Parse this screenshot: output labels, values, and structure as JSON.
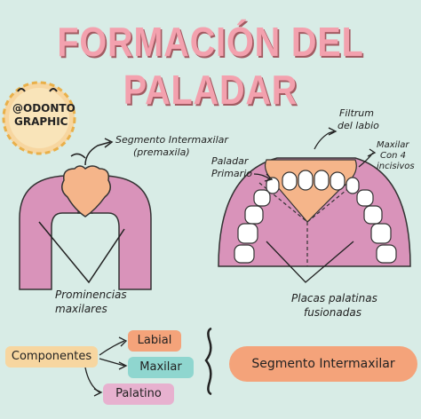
{
  "title": "FORMACIÓN DEL PALADAR",
  "logo": {
    "line1": "@ODONTO",
    "line2": "GRAPHIC"
  },
  "labels": {
    "segmento_intermaxilar": "Segmento Intermaxilar",
    "premaxila": "(premaxila)",
    "filtrum": "Filtrum",
    "del_labio": "del labio",
    "paladar": "Paladar",
    "primario": "Primario",
    "maxilar": "Maxilar",
    "con_4": "Con 4",
    "incisivos": "incisivos",
    "prominencias": "Prominencias",
    "maxilares": "maxilares",
    "placas": "Placas palatinas",
    "fusionadas": "fusionadas"
  },
  "components": {
    "heading": "Componentes",
    "items": [
      "Labial",
      "Maxilar",
      "Palatino"
    ],
    "result": "Segmento Intermaxilar"
  },
  "colors": {
    "title_pink": "#f3a1ae",
    "arch_pink": "#d993ba",
    "premaxilla_orange": "#f5b58a",
    "labial": "#f4a37a",
    "maxilar": "#8fd6cf",
    "palatino": "#e7b1cf",
    "componentes": "#f7d6a0",
    "result": "#f4a37a",
    "background": "#d8ece6"
  }
}
